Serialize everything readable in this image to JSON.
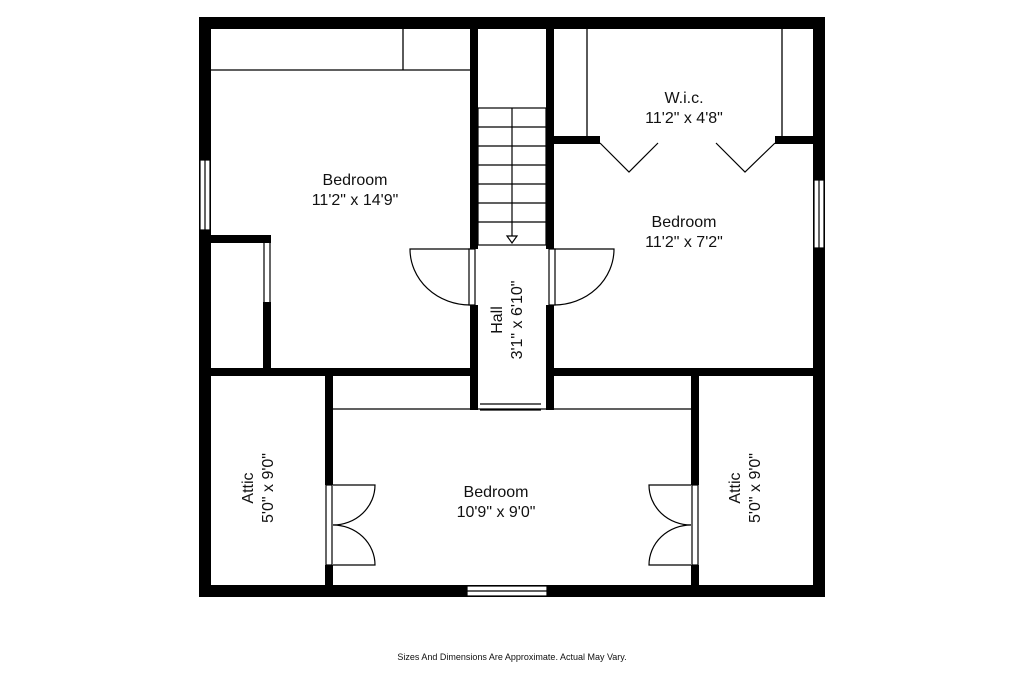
{
  "colors": {
    "wall": "#000000",
    "line": "#000000",
    "background": "#ffffff"
  },
  "rooms": {
    "bedroom_nw": {
      "name": "Bedroom",
      "size": "11'2\" x 14'9\""
    },
    "wic": {
      "name": "W.i.c.",
      "size": "11'2\" x 4'8\""
    },
    "bedroom_ne": {
      "name": "Bedroom",
      "size": "11'2\" x 7'2\""
    },
    "hall": {
      "name": "Hall",
      "size": "3'1\" x 6'10\""
    },
    "attic_w": {
      "name": "Attic",
      "size": "5'0\" x 9'0\""
    },
    "bedroom_s": {
      "name": "Bedroom",
      "size": "10'9\" x 9'0\""
    },
    "attic_e": {
      "name": "Attic",
      "size": "5'0\" x 9'0\""
    }
  },
  "footer": "Sizes And Dimensions Are Approximate. Actual May Vary."
}
